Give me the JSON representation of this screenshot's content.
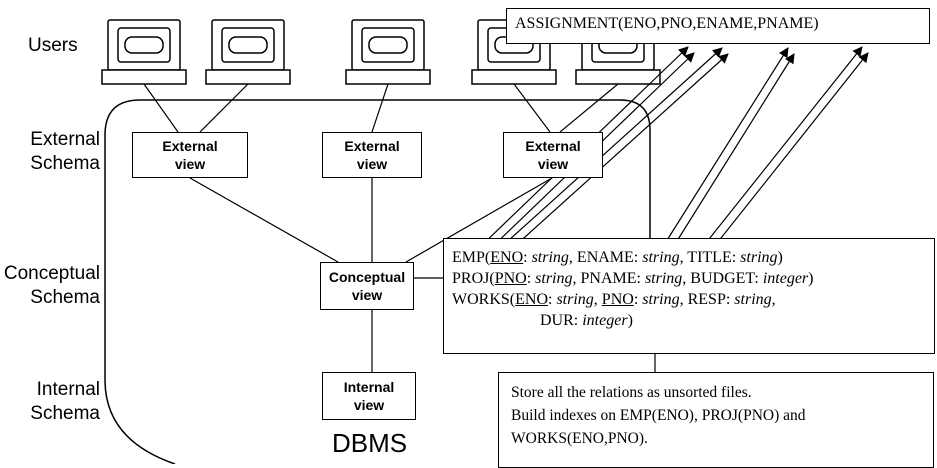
{
  "levels": {
    "users": "Users",
    "external": [
      "External",
      "Schema"
    ],
    "conceptual": [
      "Conceptual",
      "Schema"
    ],
    "internal": [
      "Internal",
      "Schema"
    ]
  },
  "views": {
    "external_1": [
      "External",
      "view"
    ],
    "external_2": [
      "External",
      "view"
    ],
    "external_3": [
      "External",
      "view"
    ],
    "conceptual": [
      "Conceptual",
      "view"
    ],
    "internal": [
      "Internal",
      "view"
    ]
  },
  "dbms_label": "DBMS",
  "assignment": {
    "prefix": "ASSIGNMENT(",
    "eno": "ENO",
    "pno": "PNO",
    "ename": "ENAME",
    "pname": "PNAME",
    "suffix": ")"
  },
  "conceptual_schema": {
    "emp": {
      "name": "EMP(",
      "key": "ENO",
      "t1": ": ",
      "type1": "string",
      "a2": ", ENAME: ",
      "type2": "string",
      "a3": ", TITLE: ",
      "type3": "string",
      "end": ")"
    },
    "proj": {
      "name": "PROJ(",
      "key": "PNO",
      "t1": ": ",
      "type1": "string",
      "a2": ", PNAME: ",
      "type2": "string",
      "a3": ", BUDGET: ",
      "type3": "integer",
      "end": ")"
    },
    "works": {
      "name": "WORKS(",
      "key1": "ENO",
      "t1": ": ",
      "type1": "string",
      "sep": ", ",
      "key2": "PNO",
      "t2": ": ",
      "type2": "string",
      "a3": ", RESP: ",
      "type3": "string",
      "a4": ",",
      "a5": "DUR: ",
      "type5": "integer",
      "end": ")"
    }
  },
  "internal_schema": [
    "Store all the relations as unsorted files.",
    "Build indexes on EMP(ENO), PROJ(PNO) and",
    "WORKS(ENO,PNO)."
  ]
}
